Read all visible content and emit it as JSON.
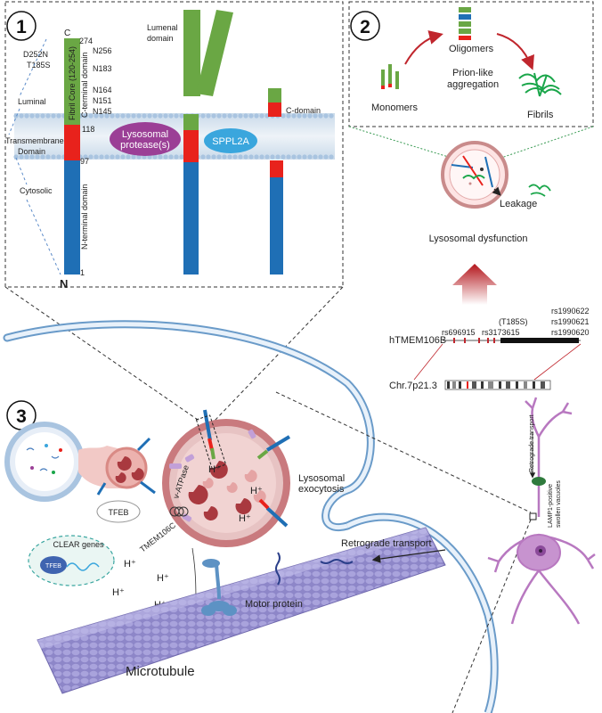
{
  "panels": {
    "p1": {
      "number": "1"
    },
    "p2": {
      "number": "2"
    },
    "p3": {
      "number": "3"
    }
  },
  "panel1": {
    "terminal_c": "C",
    "terminal_n": "N",
    "residue_274": "274",
    "residue_118": "118",
    "residue_97": "97",
    "residue_1": "1",
    "mutations": "D252N",
    "mutation_t185s": "T185S",
    "glyco": [
      "N256",
      "N183",
      "N164",
      "N151",
      "N145"
    ],
    "fibril_core": "Fibril Core (120-254)",
    "c_terminal_domain": "C-terminal domain",
    "n_terminal_domain": "N-terminal domain",
    "luminal": "Luminal",
    "transmembrane": "Transmembrane",
    "domain": "Domain",
    "cytosolic": "Cytosolic",
    "lumenal_domain": "Lumenal",
    "lumenal_domain2": "domain",
    "protease_line1": "Lysosomal",
    "protease_line2": "protease(s)",
    "sppl2a": "SPPL2A",
    "c_domain": "C-domain"
  },
  "panel2": {
    "monomers": "Monomers",
    "oligomers": "Oligomers",
    "prion_line1": "Prion-like",
    "prion_line2": "aggregation",
    "fibrils": "Fibrils",
    "leakage": "Leakage",
    "dysfunction": "Lysosomal dysfunction"
  },
  "gene": {
    "name": "hTMEM106B",
    "snp1": "rs696915",
    "snp2": "rs3173615",
    "snp2_note": "(T185S)",
    "snp3": "rs1990622",
    "snp4": "rs1990621",
    "snp5": "rs1990620",
    "locus": "Chr.7p21.3"
  },
  "panel3": {
    "tfeb": "TFEB",
    "tfeb2": "TFEB",
    "clear_genes": "CLEAR genes",
    "vatpase": "v-ATPase",
    "tmem106c": "TMEM106C",
    "hplus": "H⁺",
    "exocytosis_line1": "Lysosomal",
    "exocytosis_line2": "exocytosis",
    "retrograde": "Retrograde transport",
    "motor": "Motor protein",
    "microtubule": "Microtubule",
    "neuron_retro": "Retrograde transport",
    "neuron_lamp1": "LAMP1-positive",
    "neuron_swollen": "swollen vacuoles"
  },
  "colors": {
    "luminal_green": "#6aa744",
    "tm_red": "#e8221c",
    "cyto_blue": "#1f6fb5",
    "protease_purple": "#9b3f96",
    "sppl2a_blue": "#3aa6dd",
    "arrow_red": "#c0262d",
    "membrane_blue": "#a9c4e0",
    "lysosome_pink": "#d9868a",
    "neuron_purple": "#b878c0",
    "microtubule_purple": "#8d86c8"
  }
}
